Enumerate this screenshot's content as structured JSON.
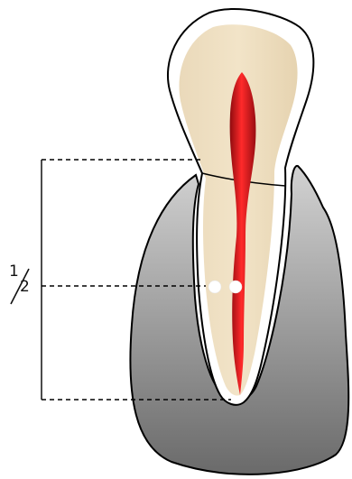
{
  "label": {
    "numerator": "1",
    "denominator": "2"
  },
  "colors": {
    "outline": "#000000",
    "crown_fill": "#ffffff",
    "dentin_fill": "#e8d7b6",
    "root_canal": "#d8141b",
    "bone_top": "#d0d0d0",
    "bone_bottom": "#6e6e6e",
    "marker": "#ffffff"
  },
  "markers": [
    {
      "name": "marker-left"
    },
    {
      "name": "marker-right"
    }
  ],
  "icons": {
    "tooth": "tooth-icon",
    "bone": "bone-icon",
    "canal": "root-canal-icon"
  }
}
